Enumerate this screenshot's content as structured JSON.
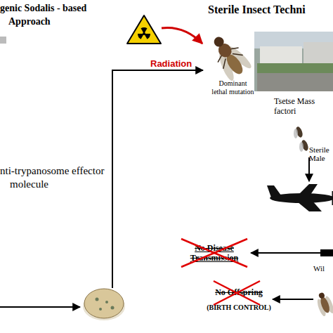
{
  "diagram": {
    "nodes": [
      {
        "text": [
          "Dominant lethal mutation"
        ]
      },
      {
        "text": [
          "Tsetse Mass factori"
        ]
      },
      {
        "text": [
          "Sterile Male"
        ]
      },
      {
        "text": [
          "No Disease Transmission"
        ]
      },
      {
        "text": [
          "Wil"
        ]
      },
      {
        "text": [
          "No Offspring",
          "(BIRTH CONTROL)"
        ]
      }
    ],
    "edges": [
      {
        "from": 4,
        "to": 5,
        "arrow": "to"
      }
    ],
    "labels": [
      "genic Sodalis - based",
      "Approach",
      "Sterile Insect Techni",
      "nti-trypanosome effector molecule",
      "Radiation"
    ]
  }
}
